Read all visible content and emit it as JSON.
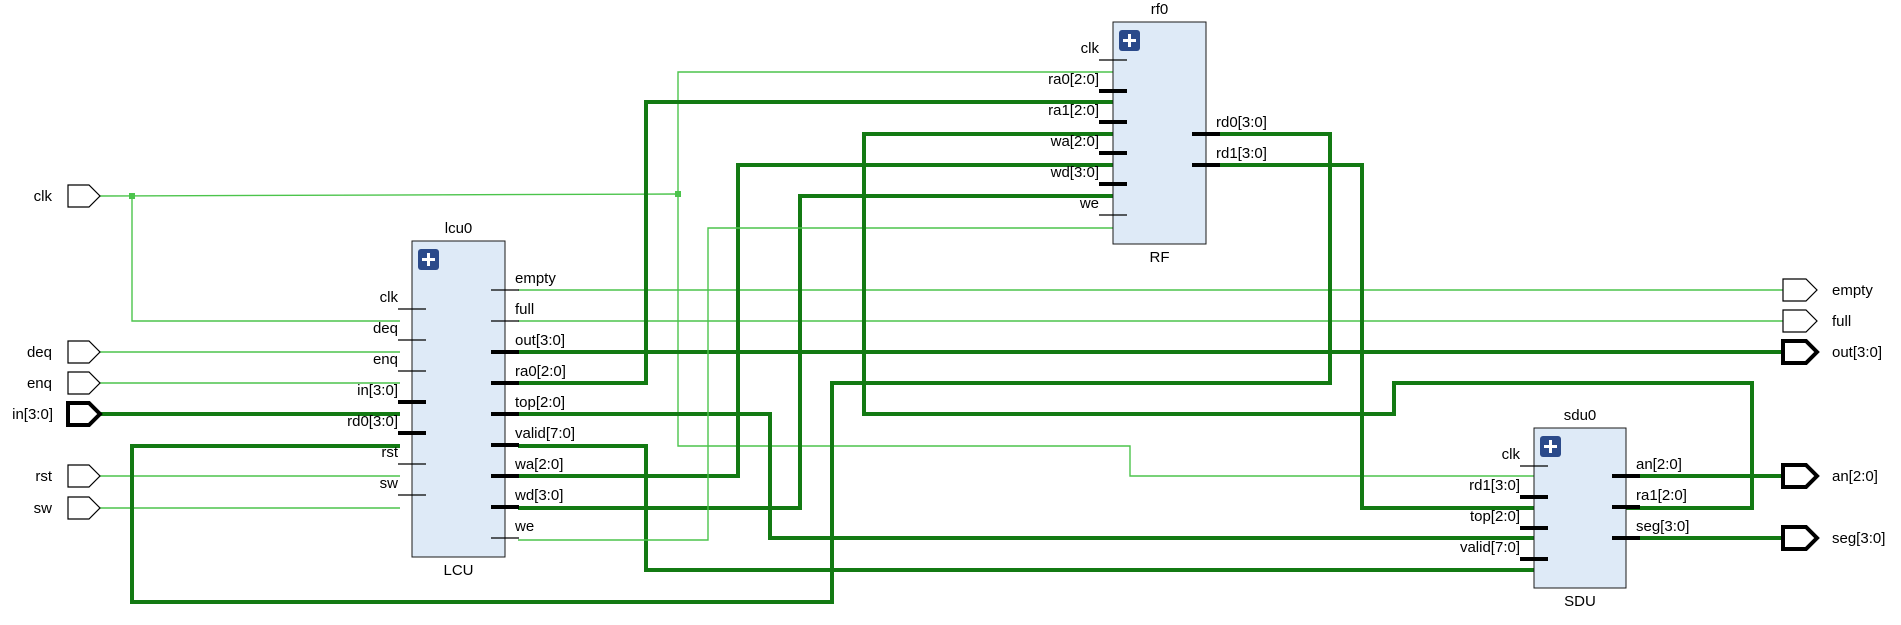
{
  "ports_in": [
    {
      "id": "clk",
      "label": "clk",
      "bus": false
    },
    {
      "id": "deq",
      "label": "deq",
      "bus": false
    },
    {
      "id": "enq",
      "label": "enq",
      "bus": false
    },
    {
      "id": "in",
      "label": "in[3:0]",
      "bus": true
    },
    {
      "id": "rst",
      "label": "rst",
      "bus": false
    },
    {
      "id": "sw",
      "label": "sw",
      "bus": false
    }
  ],
  "ports_out": [
    {
      "id": "empty",
      "label": "empty",
      "bus": false
    },
    {
      "id": "full",
      "label": "full",
      "bus": false
    },
    {
      "id": "out",
      "label": "out[3:0]",
      "bus": true
    },
    {
      "id": "an",
      "label": "an[2:0]",
      "bus": true
    },
    {
      "id": "seg",
      "label": "seg[3:0]",
      "bus": true
    }
  ],
  "blocks": {
    "lcu0": {
      "instance": "lcu0",
      "module": "LCU",
      "left_pins": [
        {
          "label": "clk",
          "bus": false
        },
        {
          "label": "deq",
          "bus": false
        },
        {
          "label": "enq",
          "bus": false
        },
        {
          "label": "in[3:0]",
          "bus": true
        },
        {
          "label": "rd0[3:0]",
          "bus": true
        },
        {
          "label": "rst",
          "bus": false
        },
        {
          "label": "sw",
          "bus": false
        }
      ],
      "right_pins": [
        {
          "label": "empty",
          "bus": false
        },
        {
          "label": "full",
          "bus": false
        },
        {
          "label": "out[3:0]",
          "bus": true
        },
        {
          "label": "ra0[2:0]",
          "bus": true
        },
        {
          "label": "top[2:0]",
          "bus": true
        },
        {
          "label": "valid[7:0]",
          "bus": true
        },
        {
          "label": "wa[2:0]",
          "bus": true
        },
        {
          "label": "wd[3:0]",
          "bus": true
        },
        {
          "label": "we",
          "bus": false
        }
      ]
    },
    "rf0": {
      "instance": "rf0",
      "module": "RF",
      "left_pins": [
        {
          "label": "clk",
          "bus": false
        },
        {
          "label": "ra0[2:0]",
          "bus": true
        },
        {
          "label": "ra1[2:0]",
          "bus": true
        },
        {
          "label": "wa[2:0]",
          "bus": true
        },
        {
          "label": "wd[3:0]",
          "bus": true
        },
        {
          "label": "we",
          "bus": false
        }
      ],
      "right_pins": [
        {
          "label": "rd0[3:0]",
          "bus": true
        },
        {
          "label": "rd1[3:0]",
          "bus": true
        }
      ]
    },
    "sdu0": {
      "instance": "sdu0",
      "module": "SDU",
      "left_pins": [
        {
          "label": "clk",
          "bus": false
        },
        {
          "label": "rd1[3:0]",
          "bus": true
        },
        {
          "label": "top[2:0]",
          "bus": true
        },
        {
          "label": "valid[7:0]",
          "bus": true
        }
      ],
      "right_pins": [
        {
          "label": "an[2:0]",
          "bus": true
        },
        {
          "label": "ra1[2:0]",
          "bus": true
        },
        {
          "label": "seg[3:0]",
          "bus": true
        }
      ]
    }
  },
  "nets": [
    {
      "from": "port:clk",
      "to": [
        "lcu0:clk",
        "rf0:clk",
        "sdu0:clk"
      ],
      "bus": false
    },
    {
      "from": "port:deq",
      "to": [
        "lcu0:deq"
      ],
      "bus": false
    },
    {
      "from": "port:enq",
      "to": [
        "lcu0:enq"
      ],
      "bus": false
    },
    {
      "from": "port:in[3:0]",
      "to": [
        "lcu0:in[3:0]"
      ],
      "bus": true
    },
    {
      "from": "port:rst",
      "to": [
        "lcu0:rst"
      ],
      "bus": false
    },
    {
      "from": "port:sw",
      "to": [
        "lcu0:sw"
      ],
      "bus": false
    },
    {
      "from": "lcu0:empty",
      "to": [
        "port:empty"
      ],
      "bus": false
    },
    {
      "from": "lcu0:full",
      "to": [
        "port:full"
      ],
      "bus": false
    },
    {
      "from": "lcu0:out[3:0]",
      "to": [
        "port:out[3:0]"
      ],
      "bus": true
    },
    {
      "from": "lcu0:ra0[2:0]",
      "to": [
        "rf0:ra0[2:0]"
      ],
      "bus": true
    },
    {
      "from": "lcu0:wa[2:0]",
      "to": [
        "rf0:wa[2:0]"
      ],
      "bus": true
    },
    {
      "from": "lcu0:wd[3:0]",
      "to": [
        "rf0:wd[3:0]"
      ],
      "bus": true
    },
    {
      "from": "lcu0:we",
      "to": [
        "rf0:we"
      ],
      "bus": false
    },
    {
      "from": "lcu0:top[2:0]",
      "to": [
        "sdu0:top[2:0]"
      ],
      "bus": true
    },
    {
      "from": "lcu0:valid[7:0]",
      "to": [
        "sdu0:valid[7:0]"
      ],
      "bus": true
    },
    {
      "from": "rf0:rd0[3:0]",
      "to": [
        "lcu0:rd0[3:0]"
      ],
      "bus": true
    },
    {
      "from": "rf0:rd1[3:0]",
      "to": [
        "sdu0:rd1[3:0]"
      ],
      "bus": true
    },
    {
      "from": "sdu0:ra1[2:0]",
      "to": [
        "rf0:ra1[2:0]"
      ],
      "bus": true
    },
    {
      "from": "sdu0:an[2:0]",
      "to": [
        "port:an[2:0]"
      ],
      "bus": true
    },
    {
      "from": "sdu0:seg[3:0]",
      "to": [
        "port:seg[3:0]"
      ],
      "bus": true
    }
  ],
  "colors": {
    "wire": "#4cc44c",
    "bus": "#137a13",
    "block_fill": "#deeaf7",
    "expand_icon": "#2b4a8a"
  },
  "icons": {
    "expand": "plus-icon"
  }
}
